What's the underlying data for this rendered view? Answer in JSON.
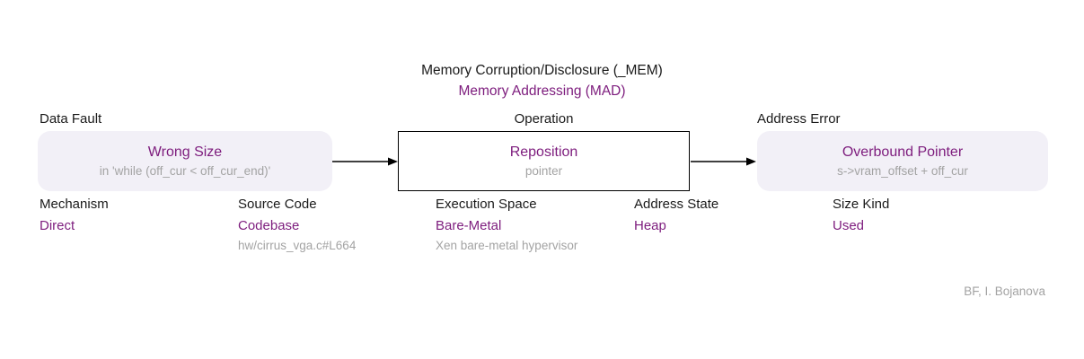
{
  "colors": {
    "accent_purple": "#7d1c7d",
    "muted_gray": "#a3a3a3",
    "text_black": "#1a1a1a",
    "node_background": "#f2f0f7",
    "operation_border": "#000000"
  },
  "title": {
    "line1": "Memory Corruption/Disclosure (_MEM)",
    "line2": "Memory Addressing (MAD)"
  },
  "nodes": [
    {
      "section": "Data Fault",
      "main": "Wrong Size",
      "sub": "in 'while (off_cur < off_cur_end)'"
    },
    {
      "section": "Operation",
      "main": "Reposition",
      "sub": "pointer"
    },
    {
      "section": "Address Error",
      "main": "Overbound Pointer",
      "sub": "s->vram_offset + off_cur"
    }
  ],
  "attributes": [
    {
      "label": "Mechanism",
      "value": "Direct",
      "note": ""
    },
    {
      "label": "Source Code",
      "value": "Codebase",
      "note": "hw/cirrus_vga.c#L664"
    },
    {
      "label": "Execution Space",
      "value": "Bare-Metal",
      "note": "Xen bare-metal hypervisor"
    },
    {
      "label": "Address State",
      "value": "Heap",
      "note": ""
    },
    {
      "label": "Size Kind",
      "value": "Used",
      "note": ""
    }
  ],
  "attribution": "BF, I. Bojanova"
}
